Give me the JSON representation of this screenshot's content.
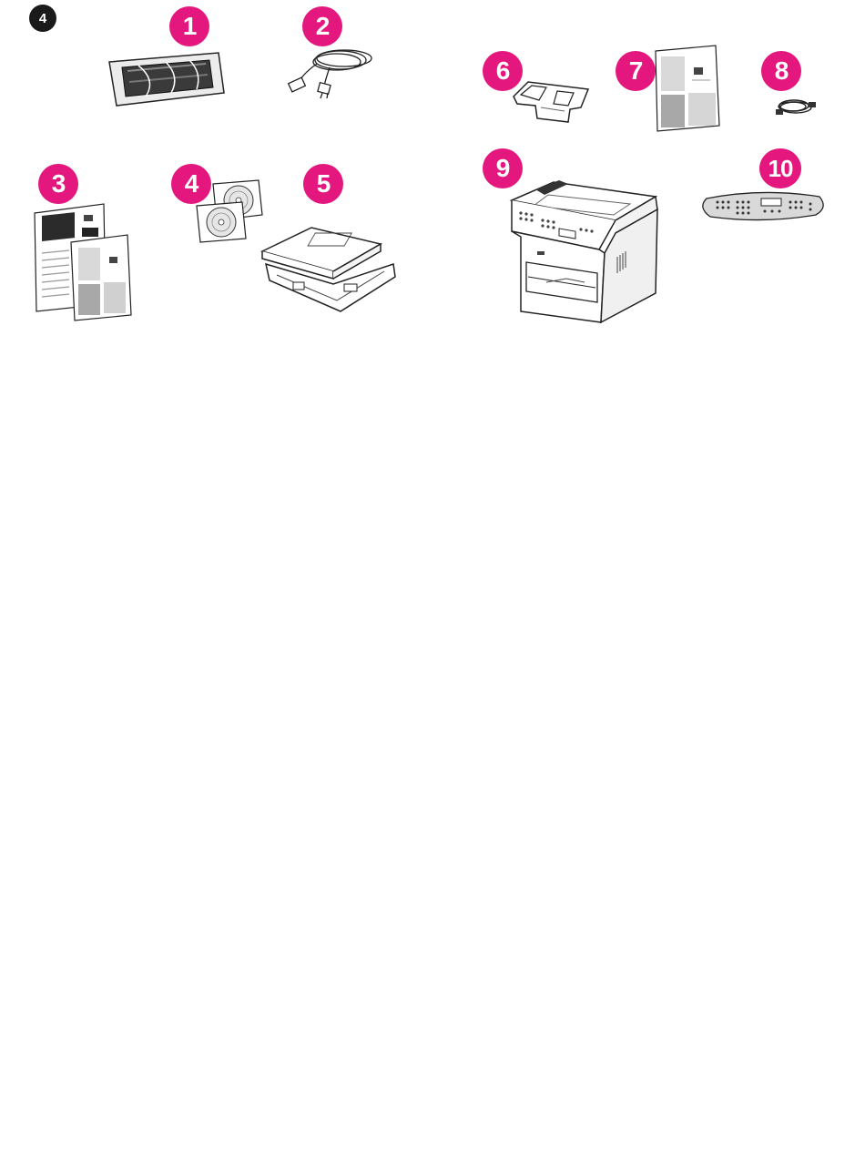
{
  "step_badge": "4",
  "callouts": [
    "1",
    "2",
    "3",
    "4",
    "5",
    "6",
    "7",
    "8",
    "9",
    "10"
  ],
  "icons": {
    "1": "toner-cartridge-in-bag-icon",
    "2": "power-cord-icon",
    "3": "documentation-guides-icon",
    "4": "cd-roms-icon",
    "5": "paper-tray-icon",
    "6": "document-feeder-input-tray-icon",
    "7": "guide-booklet-icon",
    "8": "telephone-cord-icon",
    "9": "all-in-one-printer-icon",
    "10": "control-panel-overlay-icon"
  },
  "colors": {
    "callout": "#e3177d",
    "badge": "#1a1a1a",
    "line": "#222222",
    "gray": "#a8a8a8"
  }
}
